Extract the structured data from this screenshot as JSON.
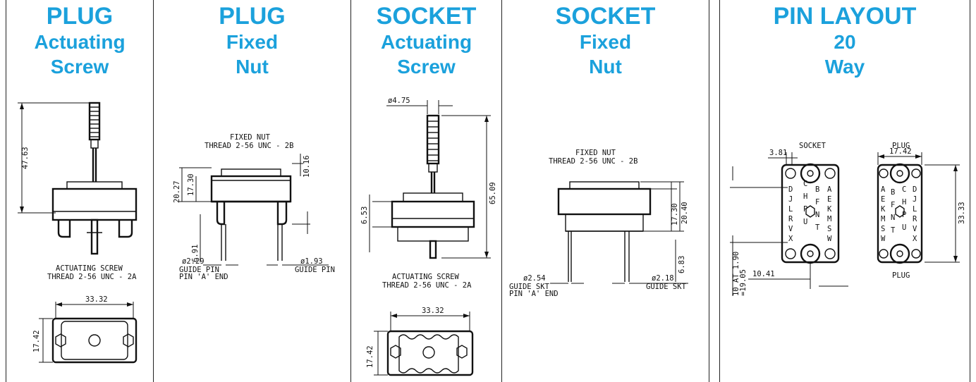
{
  "panels": [
    {
      "title": [
        "PLUG",
        "Actuating",
        "Screw"
      ],
      "dims": {
        "height": "47.63",
        "width": "33.32",
        "depth": "17.42"
      },
      "note_lines": [
        "ACTUATING SCREW",
        "THREAD 2-56 UNC - 2A"
      ]
    },
    {
      "title": [
        "PLUG",
        "Fixed",
        "Nut"
      ],
      "note_lines": [
        "FIXED NUT",
        "THREAD 2-56 UNC - 2B"
      ],
      "dims": {
        "d1": "20.27",
        "d2": "17.30",
        "d3": "10.16",
        "d4": "6.91",
        "d5": "ø2.29",
        "d6": "ø1.93"
      },
      "labels": [
        "GUIDE PIN",
        "PIN 'A' END",
        "GUIDE PIN"
      ]
    },
    {
      "title": [
        "SOCKET",
        "Actuating",
        "Screw"
      ],
      "dims": {
        "diameter": "ø4.75",
        "height": "65.09",
        "d1": "6.53",
        "width": "33.32",
        "depth": "17.42"
      },
      "note_lines": [
        "ACTUATING SCREW",
        "THREAD 2-56 UNC - 2A"
      ]
    },
    {
      "title": [
        "SOCKET",
        "Fixed",
        "Nut"
      ],
      "note_lines": [
        "FIXED NUT",
        "THREAD 2-56 UNC - 2B"
      ],
      "dims": {
        "d1": "17.30",
        "d2": "20.40",
        "d3": "6.83",
        "d4": "ø2.54",
        "d5": "ø2.18"
      },
      "labels": [
        "GUIDE SKT",
        "PIN 'A' END",
        "GUIDE SKT"
      ]
    },
    {
      "title": [
        "PIN LAYOUT",
        "20",
        "Way"
      ],
      "labels": {
        "socket": "SOCKET",
        "plug_top": "PLUG",
        "plug_bottom": "PLUG"
      },
      "dims": {
        "d1": "3.81",
        "d2": "17.42",
        "d3": "33.33",
        "d4": "10 AT 1.90",
        "d5": "=19.05",
        "d6": "10.41"
      },
      "socket_pins_left": [
        "D",
        "J",
        "L",
        "R",
        "V",
        "X"
      ],
      "socket_pins_mid": [
        "C",
        "H",
        "P",
        "U"
      ],
      "socket_pins_mid2": [
        "B",
        "F",
        "N",
        "T"
      ],
      "socket_pins_right": [
        "A",
        "E",
        "K",
        "M",
        "S",
        "W"
      ],
      "plug_pins_left": [
        "A",
        "E",
        "K",
        "M",
        "S",
        "W"
      ],
      "plug_pins_mid": [
        "B",
        "F",
        "N",
        "T"
      ],
      "plug_pins_mid2": [
        "C",
        "H",
        "P",
        "U"
      ],
      "plug_pins_right": [
        "D",
        "J",
        "L",
        "R",
        "V",
        "X"
      ]
    }
  ],
  "colors": {
    "title": "#1ba1dc",
    "line": "#111111"
  }
}
